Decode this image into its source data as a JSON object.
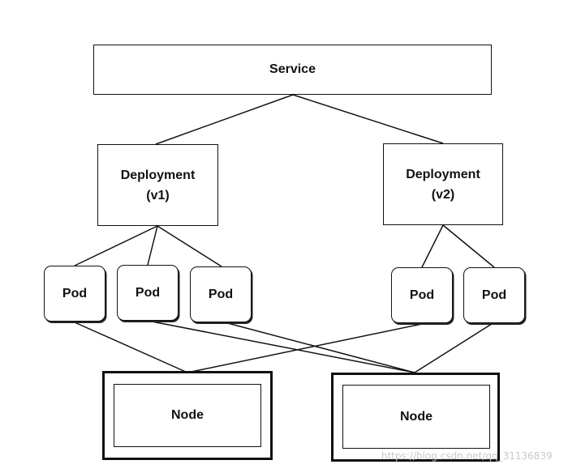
{
  "service": {
    "label": "Service"
  },
  "deployments": [
    {
      "line1": "Deployment",
      "line2": "(v1)"
    },
    {
      "line1": "Deployment",
      "line2": "(v2)"
    }
  ],
  "pods": [
    {
      "label": "Pod"
    },
    {
      "label": "Pod"
    },
    {
      "label": "Pod"
    },
    {
      "label": "Pod"
    },
    {
      "label": "Pod"
    }
  ],
  "nodes": [
    {
      "label": "Node"
    },
    {
      "label": "Node"
    }
  ],
  "watermark": "https://blog.csdn.net/qq_31136839"
}
